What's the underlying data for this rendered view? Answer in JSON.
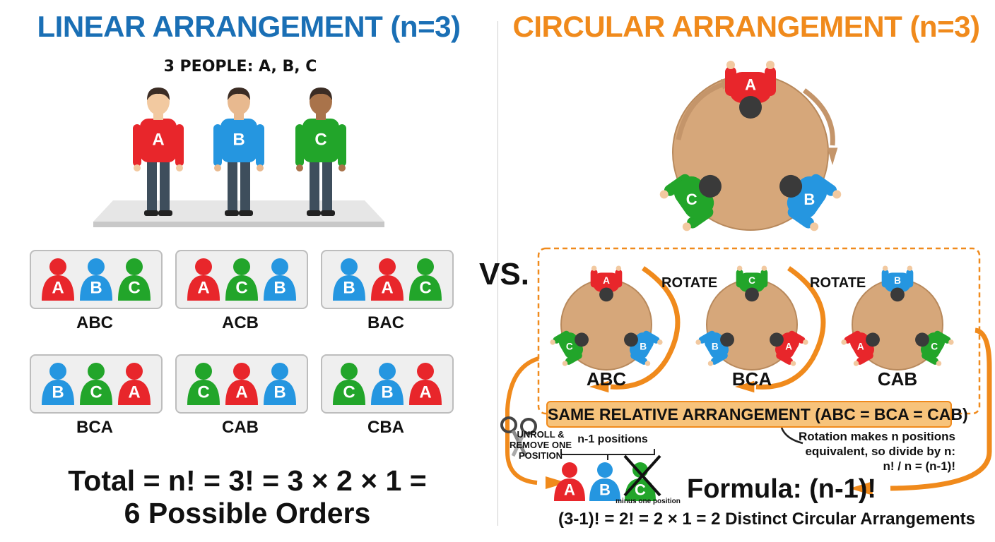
{
  "left": {
    "title": "LINEAR ARRANGEMENT (n=3)",
    "people_label": "3 PEOPLE: A, B, C",
    "people": [
      {
        "letter": "A",
        "color": "#e8262b"
      },
      {
        "letter": "B",
        "color": "#2596e0"
      },
      {
        "letter": "C",
        "color": "#22a52a"
      }
    ],
    "permutations": [
      {
        "label": "ABC",
        "order": [
          "A",
          "B",
          "C"
        ]
      },
      {
        "label": "ACB",
        "order": [
          "A",
          "C",
          "B"
        ]
      },
      {
        "label": "BAC",
        "order": [
          "B",
          "A",
          "C"
        ]
      },
      {
        "label": "BCA",
        "order": [
          "B",
          "C",
          "A"
        ]
      },
      {
        "label": "CAB",
        "order": [
          "C",
          "A",
          "B"
        ]
      },
      {
        "label": "CBA",
        "order": [
          "C",
          "B",
          "A"
        ]
      }
    ],
    "total_line1": "Total = n! = 3! = 3 × 2 × 1 =",
    "total_line2": "6 Possible Orders"
  },
  "vs_label": "VS.",
  "right": {
    "title": "CIRCULAR ARRANGEMENT (n=3)",
    "main_table": {
      "top": "A",
      "right": "B",
      "left": "C"
    },
    "rotations": [
      {
        "label": "ABC",
        "top": "A",
        "right": "B",
        "left": "C"
      },
      {
        "label": "BCA",
        "top": "C",
        "right": "A",
        "left": "B"
      },
      {
        "label": "CAB",
        "top": "B",
        "right": "C",
        "left": "A"
      }
    ],
    "rotate_label": "ROTATE",
    "same_arrangement": "SAME RELATIVE ARRANGEMENT (ABC = BCA = CAB)",
    "rotation_note": [
      "Rotation makes n positions",
      "equivalent, so divide by n:",
      "n! / n = (n-1)!"
    ],
    "unroll_label": [
      "UNROLL &",
      "REMOVE ONE",
      "POSITION"
    ],
    "n_minus_one_label": "n-1 positions",
    "minus_one_label": "minus one position",
    "formula": "Formula: (n-1)!",
    "formula_result": "(3-1)! = 2! = 2 × 1 = 2 Distinct Circular Arrangements"
  },
  "colors": {
    "A": "#e8262b",
    "B": "#2596e0",
    "C": "#22a52a",
    "linear_title": "#1a6fb5",
    "circular_title": "#f08a1c",
    "table": "#d6a77a",
    "arrow_orange": "#f08a1c",
    "arrow_tan": "#c4956a"
  }
}
